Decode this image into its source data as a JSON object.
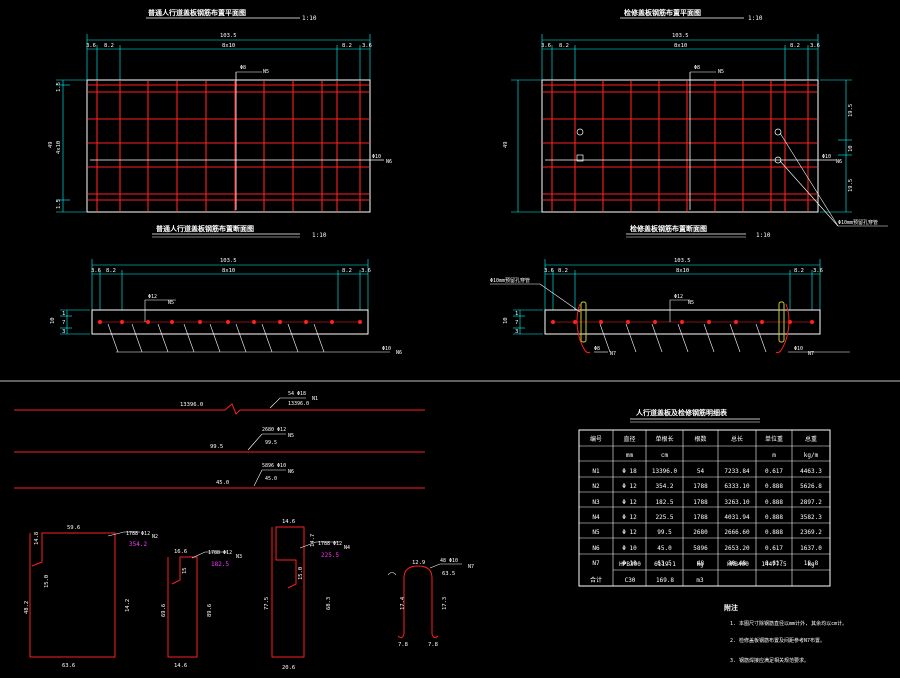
{
  "colors": {
    "background": "#000000",
    "outline": "#ffffff",
    "dimension": "#00ffff",
    "rebar": "#ff2020",
    "tie": "#cccc33",
    "magenta": "#ff33ff"
  },
  "views": {
    "tl": {
      "title": "普通人行道盖板钢筋布置平面图",
      "scale": "1:10",
      "dim_total": "103.5",
      "dim_left": "3.6",
      "dim_l2": "8.2",
      "dim_mid": "8x10",
      "dim_r2": "8.2",
      "dim_right": "3.6",
      "dim_side_top": "1.5",
      "dim_side_mid": "4x10",
      "dim_side_bot": "1.5",
      "dim_height": "49",
      "lead_top": "Φ8",
      "lead_top_id": "N5",
      "lead_right": "Φ10",
      "lead_right_id": "N6"
    },
    "tr": {
      "title": "检修盖板钢筋布置平面图",
      "scale": "1:10",
      "dim_total": "103.5",
      "dim_left": "3.6",
      "dim_l2": "8.2",
      "dim_mid": "8x10",
      "dim_r2": "8.2",
      "dim_right": "3.6",
      "dim_side_top": "19.5",
      "dim_side_mid": "10",
      "dim_side_bot": "19.5",
      "dim_height": "49",
      "lead_top": "Φ8",
      "lead_top_id": "N5",
      "lead_right": "Φ10",
      "lead_right_id": "N6",
      "lead_hole": "Φ10mm预留孔穿管"
    },
    "bl": {
      "title": "普通人行道盖板钢筋布置断面图",
      "scale": "1:10",
      "dim_total": "103.5",
      "dim_left": "3.6",
      "dim_l2": "8.2",
      "dim_mid": "8x10",
      "dim_r2": "8.2",
      "dim_right": "3.6",
      "dim_side_a": "1",
      "dim_side_b": "7",
      "dim_side_c": "3",
      "dim_height": "10",
      "lead_top": "Φ12",
      "lead_top_id": "N5",
      "lead_bottom": "Φ10",
      "lead_bottom_id": "N6"
    },
    "br": {
      "title": "检修盖板钢筋布置断面图",
      "scale": "1:10",
      "dim_total": "103.5",
      "dim_left": "3.6",
      "dim_l2": "8.2",
      "dim_mid": "8x10",
      "dim_r2": "8.2",
      "dim_right": "3.6",
      "dim_side_a": "1",
      "dim_side_b": "7",
      "dim_side_c": "3",
      "dim_height": "10",
      "lead_hole": "Φ10mm预留孔穿管",
      "lead_top": "Φ12",
      "lead_top_id": "N5",
      "lead_bl": "Φ8",
      "lead_bl_id": "N7",
      "lead_br": "Φ10",
      "lead_br_id": "N7"
    }
  },
  "details": {
    "n1_left": "13396.0",
    "n1_spec": "54 Φ18",
    "n1_len": "13396.0",
    "n1_id": "N1",
    "n5_left": "99.5",
    "n5_spec": "2680 Φ12",
    "n5_len": "99.5",
    "n5_id": "N5",
    "n6_left": "45.0",
    "n6_spec": "5896 Φ10",
    "n6_len": "45.0",
    "n6_id": "N6",
    "n2_top": "59.6",
    "n2_spec": "1788 Φ12",
    "n2_len": "354.2",
    "n2_id": "N2",
    "n2_side_l": "14.8",
    "n2_left": "48.2",
    "n2_mid": "15.0",
    "n2_right": "14.2",
    "n2_bot": "63.6",
    "n3_top": "16.6",
    "n3_spec": "1788 Φ12",
    "n3_len": "182.5",
    "n3_id": "N3",
    "n3_inner": "15",
    "n3_left": "69.6",
    "n3_right": "89.6",
    "n3_bot": "14.6",
    "n4_top": "14.6",
    "n4_spec": "1788 Φ12",
    "n4_len": "225.5",
    "n4_id": "N4",
    "n4_side": "14.7",
    "n4_inner": "15.0",
    "n4_left": "77.5",
    "n4_right": "68.3",
    "n4_bot": "20.6",
    "n7_top": "12.9",
    "n7_spec": "48 Φ10",
    "n7_len": "63.5",
    "n7_id": "N7",
    "n7_left": "17.4",
    "n7_right": "17.3",
    "n7_bl": "7.8",
    "n7_br": "7.8"
  },
  "table": {
    "title": "人行道盖板及检修钢筋明细表",
    "headers": [
      "编号",
      "直径",
      "单根长",
      "根数",
      "总长",
      "单位重",
      "总重"
    ],
    "units": [
      "mm",
      "cm",
      "",
      "m",
      "kg/m",
      "kg"
    ],
    "rows": [
      [
        "N1",
        "Φ 18",
        "13396.0",
        "54",
        "7233.84",
        "0.617",
        "4463.3"
      ],
      [
        "N2",
        "Φ 12",
        "354.2",
        "1788",
        "6333.10",
        "0.888",
        "5626.8"
      ],
      [
        "N3",
        "Φ 12",
        "182.5",
        "1788",
        "3263.10",
        "0.888",
        "2897.2"
      ],
      [
        "N4",
        "Φ 12",
        "225.5",
        "1788",
        "4031.94",
        "0.888",
        "3582.3"
      ],
      [
        "N5",
        "Φ 12",
        "99.5",
        "2680",
        "2666.60",
        "0.888",
        "2369.2"
      ],
      [
        "N6",
        "Φ 10",
        "45.0",
        "5896",
        "2653.20",
        "0.617",
        "1637.0"
      ],
      [
        "N7",
        "Φ 10",
        "63.5",
        "48",
        "30.48",
        "0.617",
        "18.8"
      ]
    ],
    "total_label": "合计",
    "total1": [
      "HPB300",
      "6119.1",
      "kg",
      "HRB400",
      "14477.5",
      "kg"
    ],
    "total2": [
      "C30",
      "169.8",
      "m3"
    ]
  },
  "notes": {
    "title": "附注",
    "lines": [
      "1. 本图尺寸除钢筋直径以mm计外, 其余均以cm计。",
      "2. 检修盖板钢筋布置及间距参考N7布置。",
      "3. 钢筋焊接应满足相关规范要求。"
    ]
  }
}
